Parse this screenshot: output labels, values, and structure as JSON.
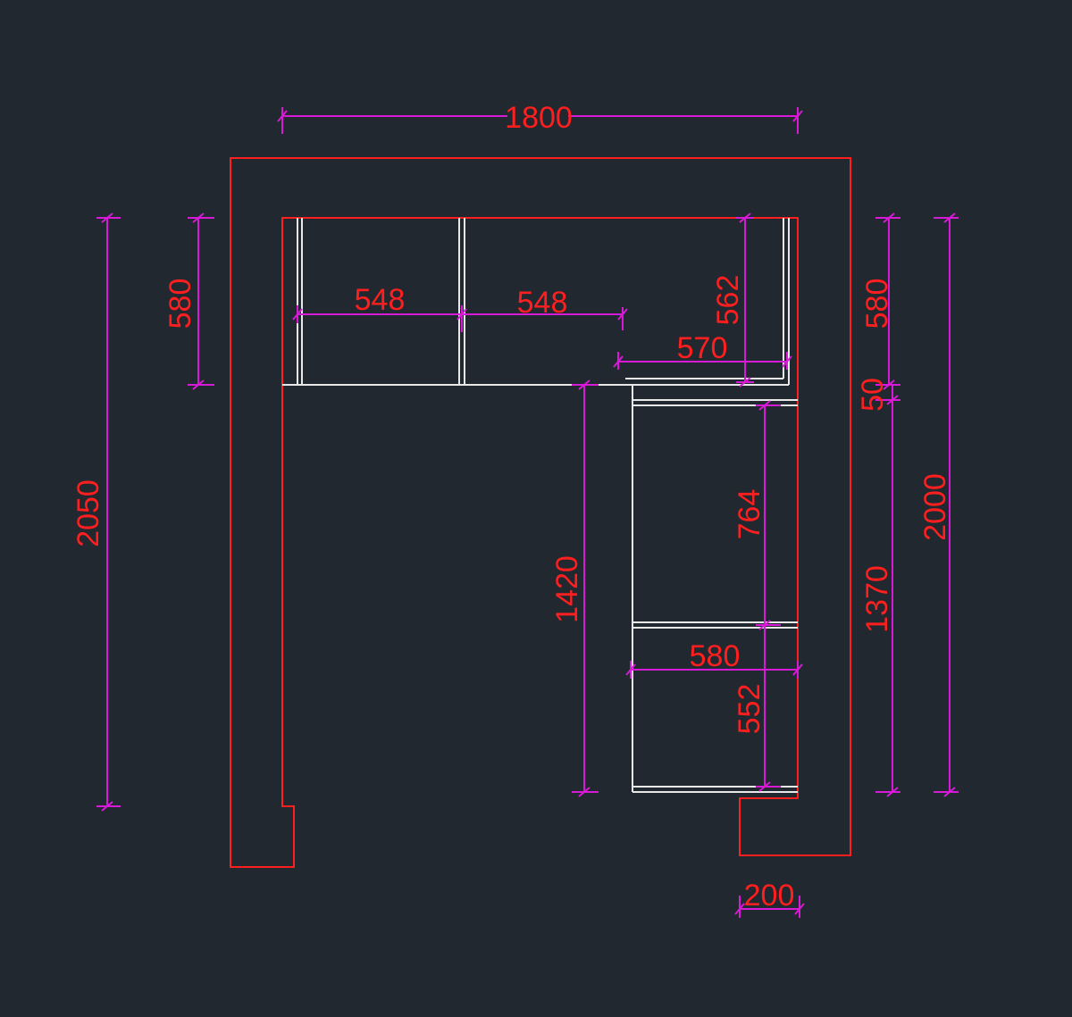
{
  "colors": {
    "background": "#212830",
    "wall": "#ff1f1f",
    "cabinet": "#e8e8e8",
    "dimension_line": "#d61ad6",
    "dimension_text": "#ff1f1f"
  },
  "dimensions": {
    "overall_width": "1800",
    "left_height": "2050",
    "upper_depth_left": "580",
    "section_a_width": "548",
    "section_b_width": "548",
    "corner_depth": "562",
    "corner_width": "570",
    "right_upper_depth": "580",
    "gap": "50",
    "right_lower": "1370",
    "right_overall": "2000",
    "inner_height": "1420",
    "cabinet_upper": "764",
    "cabinet_width": "580",
    "cabinet_lower": "552",
    "wall_thickness": "200"
  }
}
